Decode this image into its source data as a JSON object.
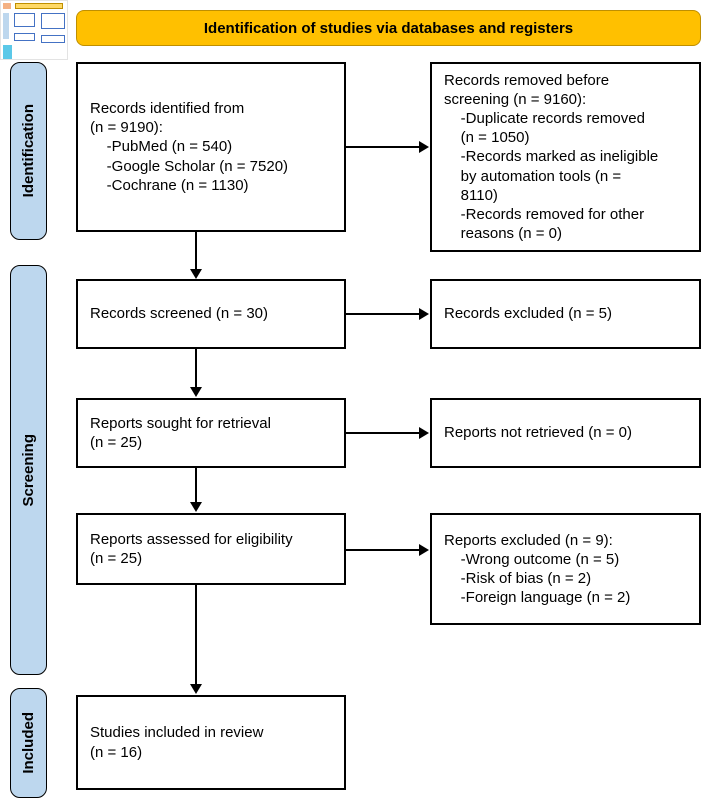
{
  "header": {
    "title": "Identification of studies via databases and registers"
  },
  "colors": {
    "header_bg": "#FFC000",
    "sidebar_fill": "#BDD7EE",
    "box_border": "#000000"
  },
  "sections": {
    "identification": {
      "label": "Identification"
    },
    "screening": {
      "label": "Screening"
    },
    "included": {
      "label": "Included"
    }
  },
  "boxes": {
    "identified": {
      "lines": [
        "Records identified from",
        "(n = 9190):",
        "    -PubMed (n = 540)",
        "    -Google Scholar (n = 7520)",
        "    -Cochrane (n = 1130)"
      ]
    },
    "removed": {
      "lines": [
        "Records removed before",
        "screening (n = 9160):",
        "    -Duplicate records removed",
        "    (n = 1050)",
        "    -Records marked as ineligible",
        "    by automation tools (n =",
        "    8110)",
        "    -Records removed for other",
        "    reasons (n = 0)"
      ]
    },
    "screened": {
      "lines": [
        "Records screened (n = 30)"
      ]
    },
    "records_excluded": {
      "lines": [
        "Records excluded (n = 5)"
      ]
    },
    "sought": {
      "lines": [
        "Reports sought for retrieval",
        "(n = 25)"
      ]
    },
    "not_retrieved": {
      "lines": [
        "Reports not retrieved (n = 0)"
      ]
    },
    "assessed": {
      "lines": [
        "Reports assessed for eligibility",
        "(n = 25)"
      ]
    },
    "reports_excluded": {
      "lines": [
        "Reports excluded (n = 9):",
        "    -Wrong outcome (n = 5)",
        "    -Risk of bias (n = 2)",
        "    -Foreign language (n = 2)"
      ]
    },
    "included_studies": {
      "lines": [
        "Studies included in review",
        "(n = 16)"
      ]
    }
  },
  "icons": {
    "thumbnail": "mini-flow-diagram-preview"
  }
}
